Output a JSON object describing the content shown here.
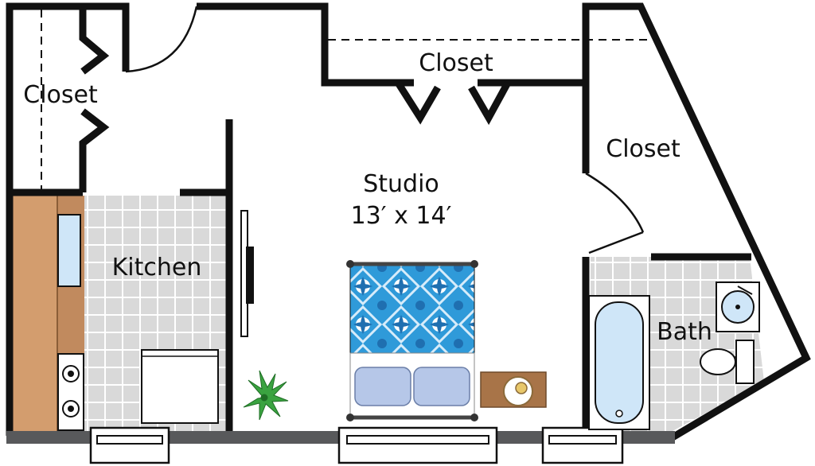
{
  "rooms": {
    "studio_name": "Studio",
    "studio_size": "13′ x 14′",
    "kitchen": "Kitchen",
    "bath": "Bath",
    "closet_left": "Closet",
    "closet_top": "Closet",
    "closet_right": "Closet"
  },
  "colors": {
    "wall": "#111111",
    "tile_fill": "#d9d9d9",
    "tile_grout": "#ffffff",
    "counter_wood": "#c18a5e",
    "counter_dark": "#a87448",
    "bedspread": "#2f9ad9",
    "pillow": "#b6c7e8",
    "tub_water": "#cfe6f8",
    "plant": "#3aa340",
    "exterior_wall": "#58595b"
  },
  "icons": {
    "bed": "bed-icon",
    "plant": "potted-plant-icon",
    "tv": "tv-icon",
    "tub": "bathtub-icon",
    "toilet": "toilet-icon",
    "sink": "sink-icon",
    "stove": "stove-icon",
    "fridge": "refrigerator-icon",
    "nightstand": "nightstand-icon"
  }
}
